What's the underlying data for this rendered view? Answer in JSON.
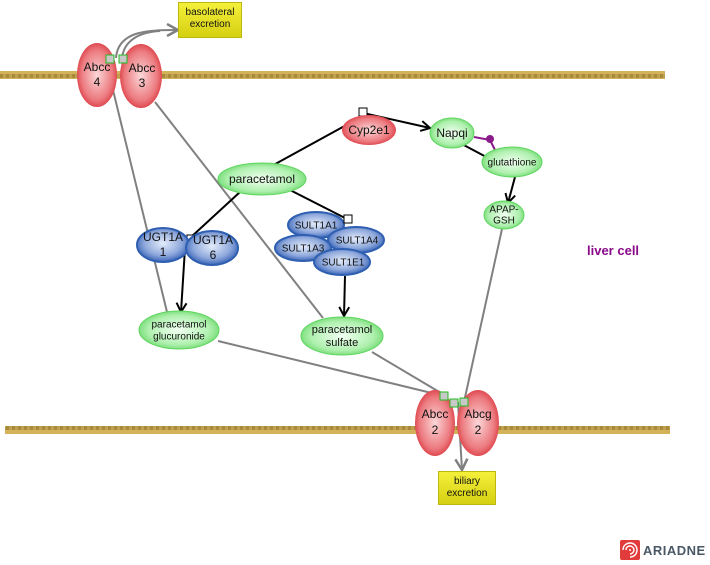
{
  "compartment": {
    "label": "liver cell",
    "color": "#8a0a8a"
  },
  "boxes": {
    "basolateral": "basolateral\nexcretion",
    "biliary": "biliary\nexcretion"
  },
  "transporters": {
    "abcc4": [
      "Abcc",
      "4"
    ],
    "abcc3": [
      "Abcc",
      "3"
    ],
    "abcc2": [
      "Abcc",
      "2"
    ],
    "abcg2": [
      "Abcg",
      "2"
    ]
  },
  "enzymes": {
    "cyp2e1": "Cyp2e1",
    "ugt1a1": [
      "UGT1A",
      "1"
    ],
    "ugt1a6": [
      "UGT1A",
      "6"
    ],
    "sult1a1": "SULT1A1",
    "sult1a4": "SULT1A4",
    "sult1a3": "SULT1A3",
    "sult1e1": "SULT1E1"
  },
  "metabolites": {
    "paracetamol": "paracetamol",
    "napqi": "Napqi",
    "glutathione": "glutathione",
    "apap_gsh": [
      "APAP-",
      "GSH"
    ],
    "glucuronide": [
      "paracetamol",
      "glucuronide"
    ],
    "sulfate": [
      "paracetamol",
      "sulfate"
    ]
  },
  "logo": {
    "text": "ARIADNE"
  },
  "colors": {
    "membrane": "#c8a44a",
    "transporter": "#e0474c",
    "enzyme_blue": "#2f5fb0",
    "metabolite_green": "#5fd85f",
    "inhibition": "#8b1a8b",
    "box_yellow": "#e6e020"
  }
}
